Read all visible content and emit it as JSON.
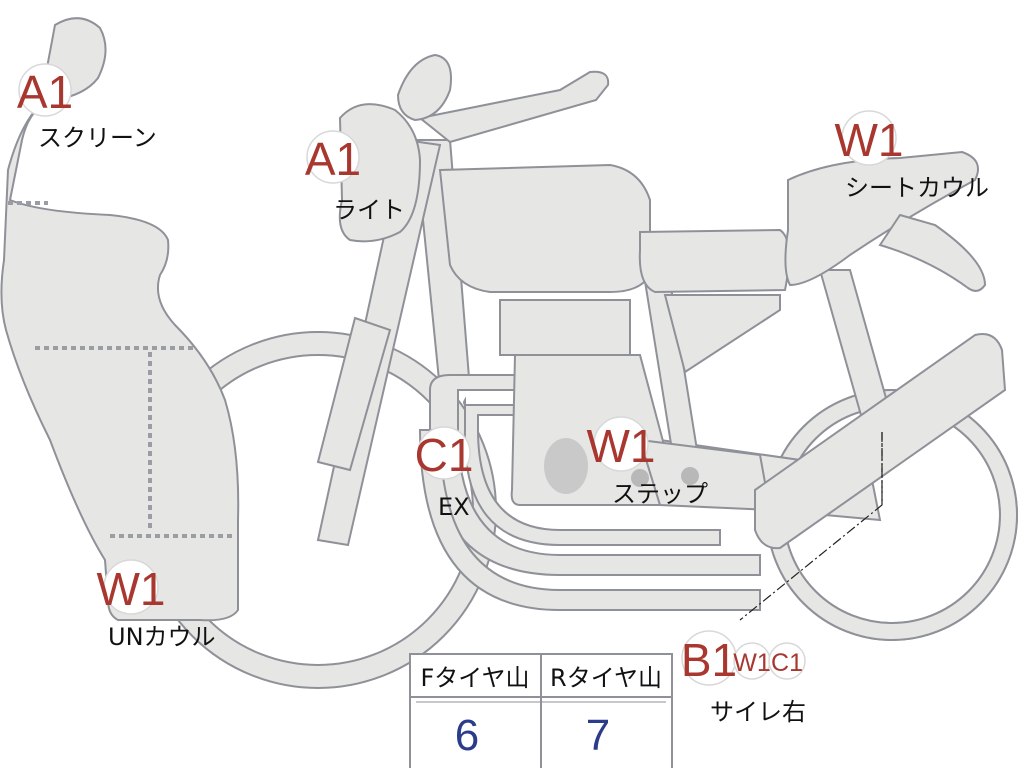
{
  "annotations": [
    {
      "id": "screen",
      "grade": "A1",
      "label": "スクリーン"
    },
    {
      "id": "light",
      "grade": "A1",
      "label": "ライト"
    },
    {
      "id": "seat-cowl",
      "grade": "W1",
      "label": "シートカウル"
    },
    {
      "id": "ex",
      "grade": "C1",
      "label": "EX"
    },
    {
      "id": "step",
      "grade": "W1",
      "label": "ステップ"
    },
    {
      "id": "under-cowl",
      "grade": "W1",
      "label": "UNカウル"
    },
    {
      "id": "muffler-right",
      "grade": "B1",
      "extra_grades": [
        "W1",
        "C1"
      ],
      "label": "サイレ右"
    }
  ],
  "tire_table": {
    "front_label": "Fタイヤ山",
    "rear_label": "Rタイヤ山",
    "front_value": "6",
    "rear_value": "7"
  },
  "colors": {
    "grade_text": "#a8372f",
    "table_value": "#2b3c8a",
    "part_fill": "#e6e6e4",
    "part_stroke": "#8e9198"
  }
}
